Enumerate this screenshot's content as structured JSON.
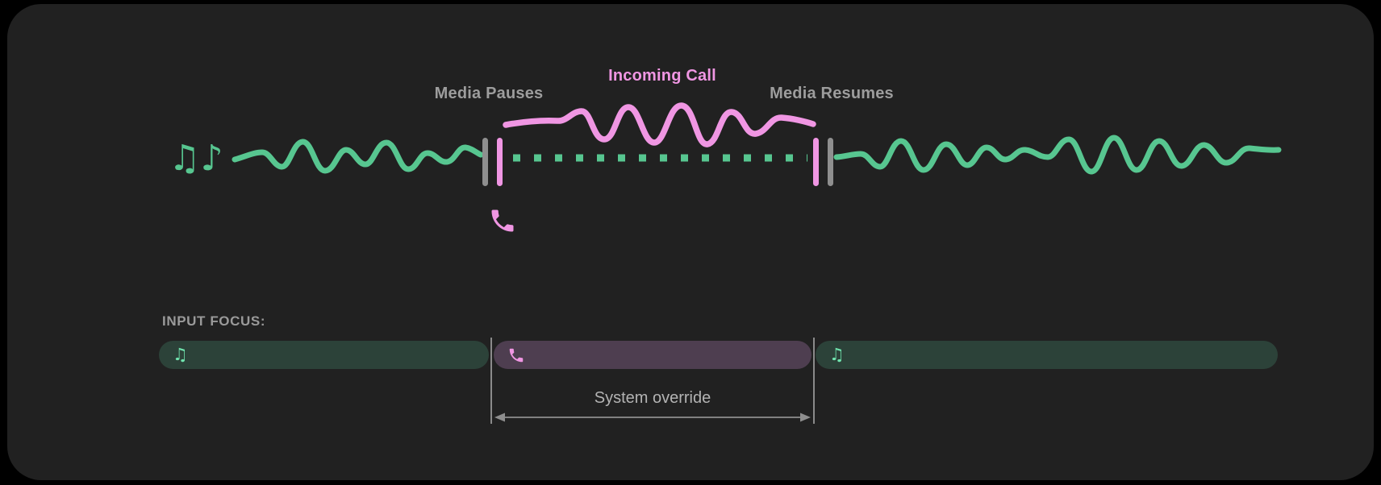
{
  "colors": {
    "background": "#000000",
    "panel": "#212121",
    "media-green": "#57C690",
    "media-green-bright": "#70E4AE",
    "call-pink": "#F096E3",
    "label-gray": "#9D9D9D",
    "heading-gray": "#9A9A9A",
    "marker-gray": "#8F8F8F",
    "focus-green-bg": "#2C4239",
    "focus-purple-bg": "#4E3E50",
    "line-gray": "#8A8A8A",
    "arrow-gray": "#8E8E8E",
    "override-text": "#B3B3B3"
  },
  "timeline": {
    "media_pauses_label": "Media Pauses",
    "incoming_call_label": "Incoming Call",
    "media_resumes_label": "Media Resumes",
    "music_glyph": "♫♪",
    "icons": {
      "music": "music-notes-icon",
      "phone": "phone-call-icon"
    }
  },
  "input_focus": {
    "heading": "INPUT FOCUS:",
    "override_label": "System override",
    "segments": [
      {
        "kind": "media",
        "icon": "music-notes-icon",
        "glyph": "♫"
      },
      {
        "kind": "call",
        "icon": "phone-call-icon",
        "glyph": ""
      },
      {
        "kind": "media",
        "icon": "music-notes-icon",
        "glyph": "♫"
      }
    ]
  }
}
